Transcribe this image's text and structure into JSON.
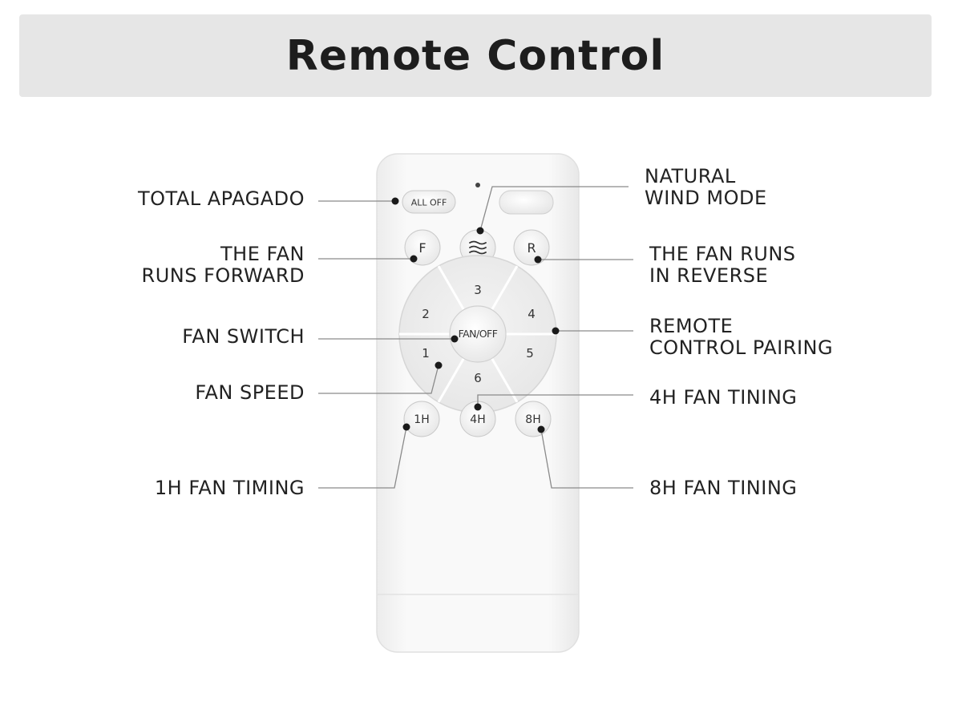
{
  "title": "Remote Control",
  "remote": {
    "buttons": {
      "all_off": "ALL OFF",
      "forward": "F",
      "reverse": "R",
      "wind_icon": "natural-wind-icon",
      "center": "FAN/OFF",
      "speeds": [
        "1",
        "2",
        "3",
        "4",
        "5",
        "6"
      ],
      "timer_1h": "1H",
      "timer_4h": "4H",
      "timer_8h": "8H"
    }
  },
  "labels": {
    "total_apagado": "TOTAL APAGADO",
    "fan_forward": "THE FAN\nRUNS FORWARD",
    "fan_switch": "FAN SWITCH",
    "fan_speed": "FAN SPEED",
    "timing_1h": "1H FAN TIMING",
    "natural_wind": "NATURAL\nWIND MODE",
    "fan_reverse": "THE FAN RUNS\nIN REVERSE",
    "pairing": "REMOTE\nCONTROL PAIRING",
    "timing_4h": "4H FAN TINING",
    "timing_8h": "8H FAN TINING"
  },
  "colors": {
    "banner": "#e6e6e6",
    "remote_body": "#f7f7f7",
    "leader_line": "#8a8a8a"
  }
}
